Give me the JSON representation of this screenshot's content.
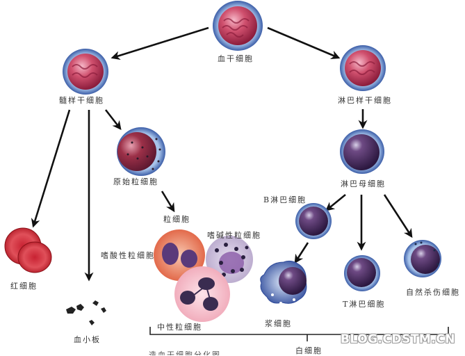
{
  "title_cut": "造血干细胞分化图",
  "labels": {
    "hsc": "血干细胞",
    "myeloid_stem": "髓样干细胞",
    "lymphoid_stem": "淋巴样干细胞",
    "myeloblast": "原始粒细胞",
    "granulocyte": "粒细胞",
    "lymphoblast": "淋巴母细胞",
    "rbc": "红细胞",
    "platelet": "血小板",
    "eosinophil": "嗜酸性粒细胞",
    "basophil": "嗜碱性粒细胞",
    "neutrophil": "中性粒细胞",
    "b_cell": "B淋巴细胞",
    "plasma_cell": "浆细胞",
    "t_cell": "T淋巴细胞",
    "nk_cell": "自然杀伤细胞",
    "wbc": "白细胞"
  },
  "watermark": "BLOG.CDSTM.CN",
  "colors": {
    "stem_nucleus": "#c23a5a",
    "membrane_blue": "#6c8fc8",
    "lymph_nucleus": "#4a2d5c",
    "rbc": "#d8303c",
    "arrow": "#111111"
  }
}
